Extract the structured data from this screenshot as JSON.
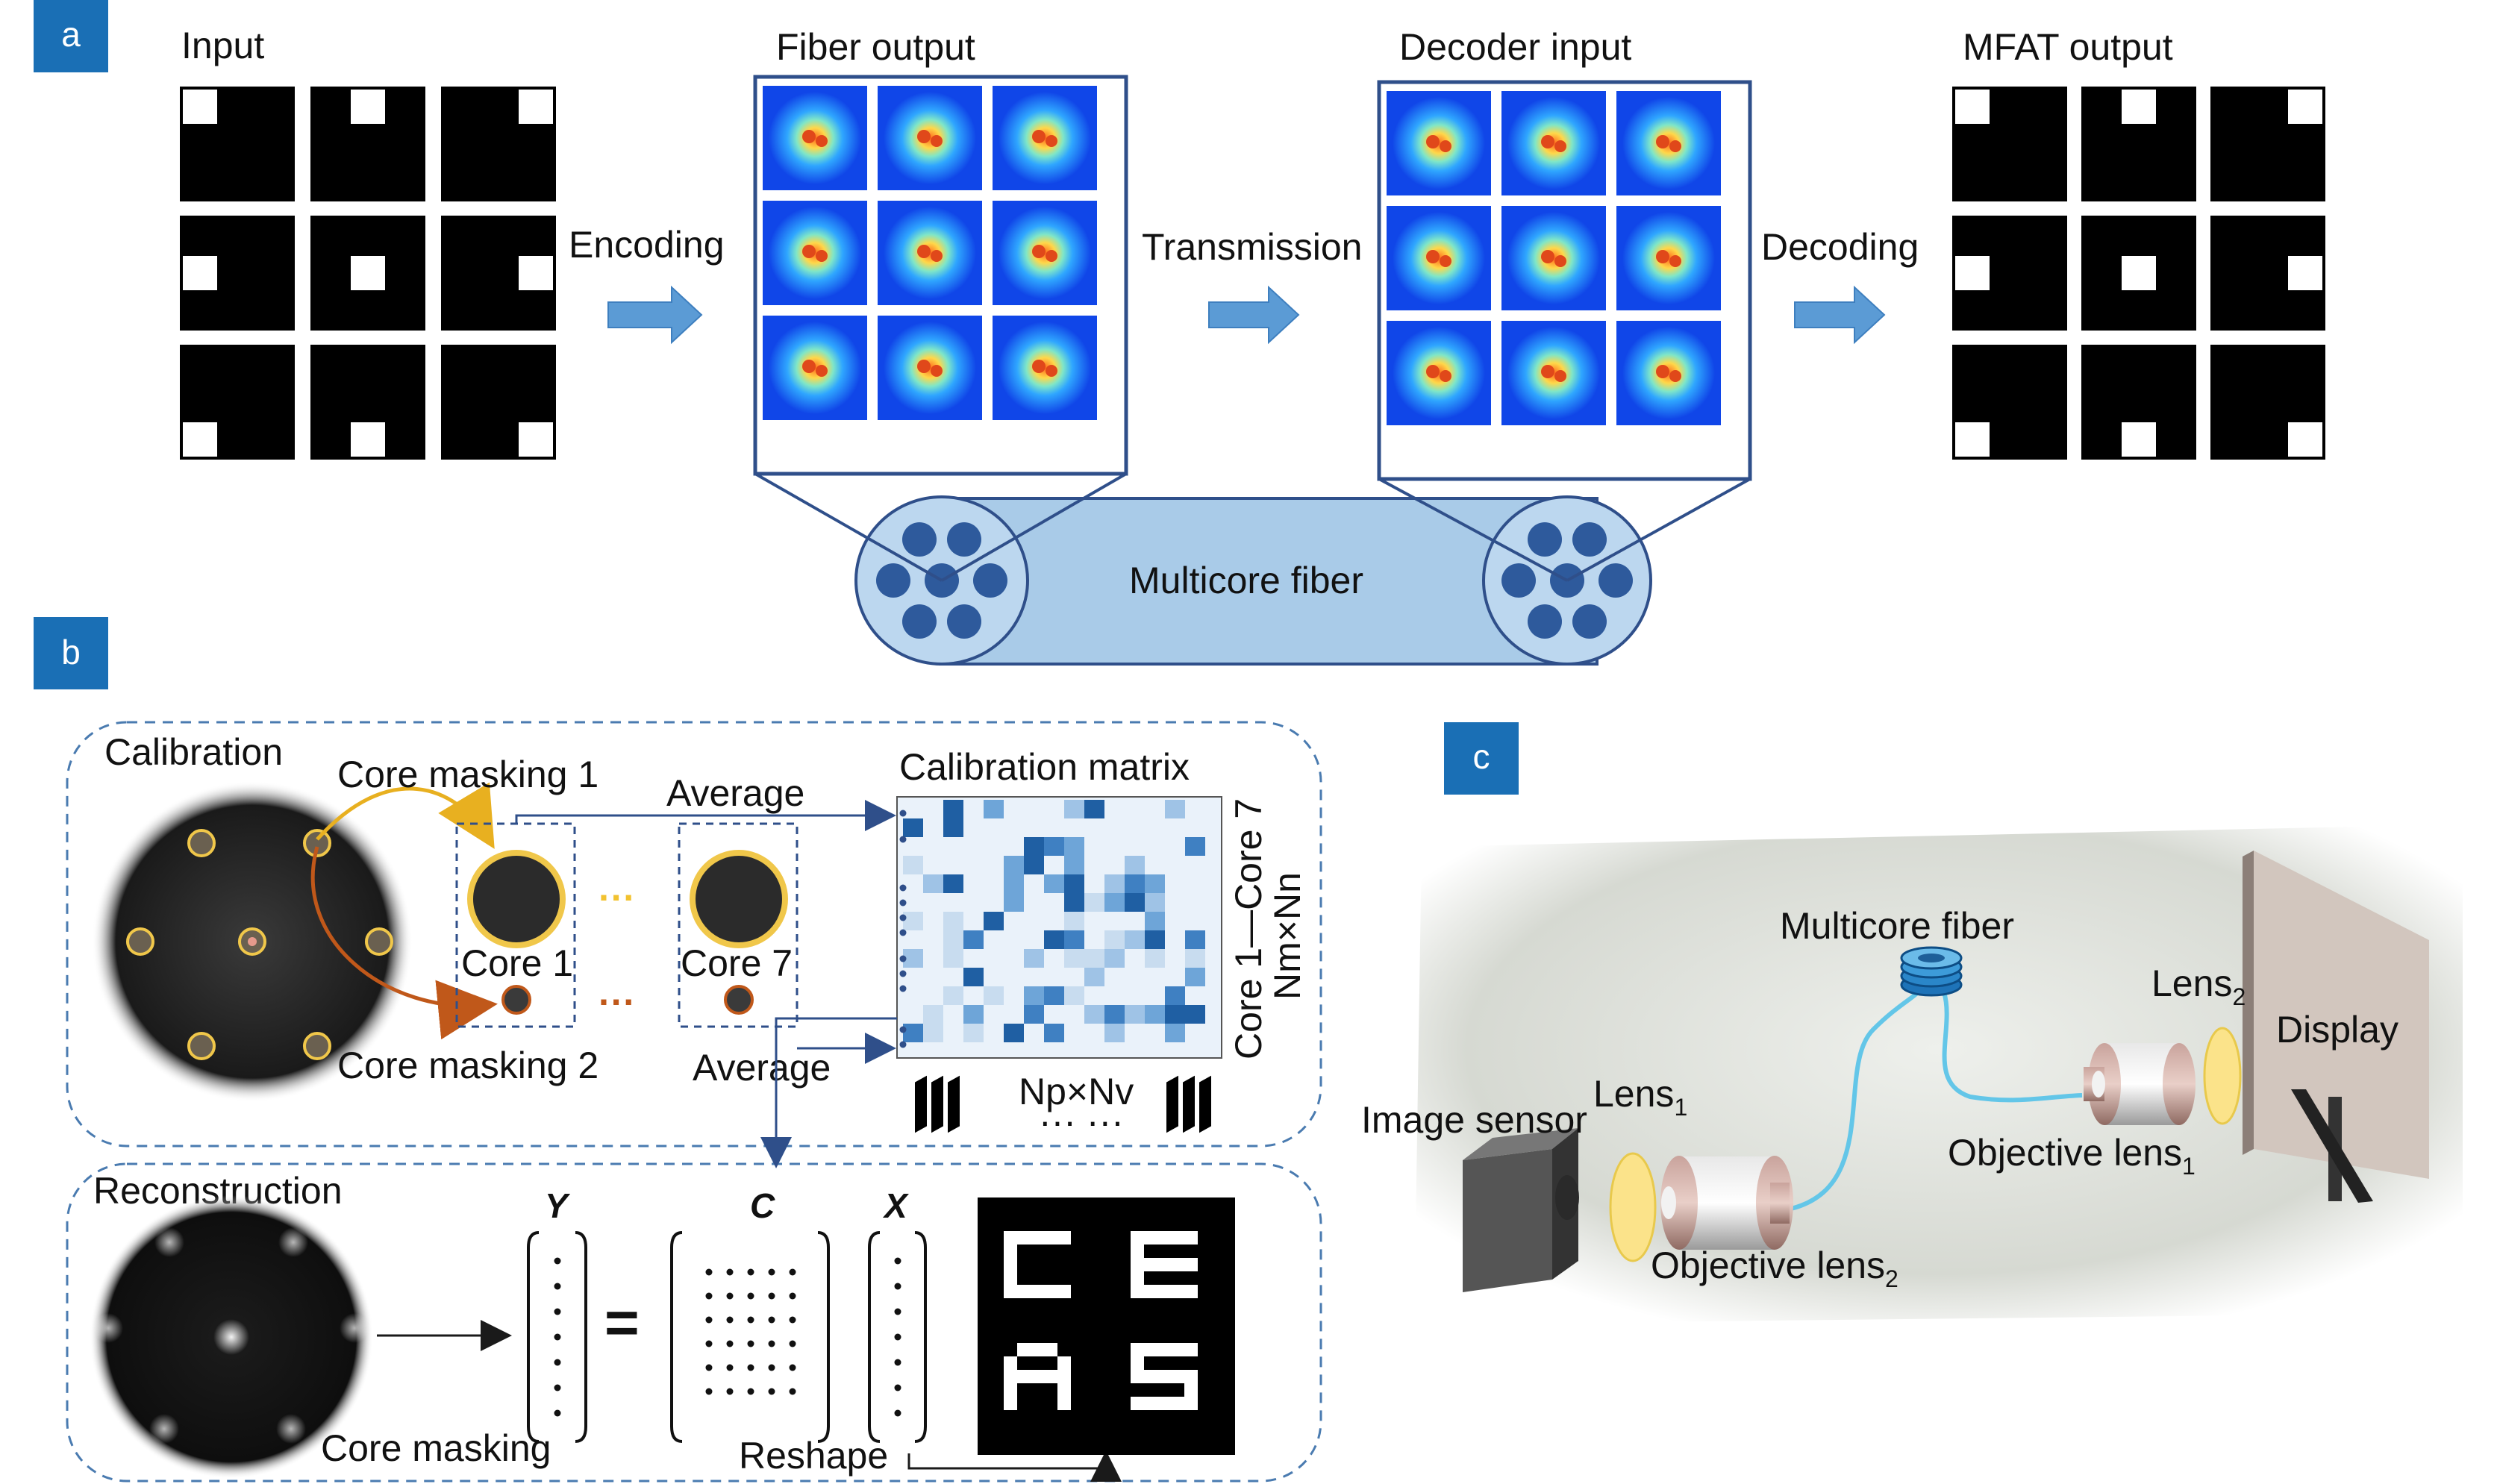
{
  "panels": {
    "a": "a",
    "b": "b",
    "c": "c"
  },
  "panel_a": {
    "input_label": "Input",
    "fiber_output_label": "Fiber output",
    "decoder_input_label": "Decoder input",
    "mfat_output_label": "MFAT output",
    "encoding_label": "Encoding",
    "transmission_label": "Transmission",
    "decoding_label": "Decoding",
    "multicore_fiber_label": "Multicore fiber",
    "white_cell_index": [
      0,
      3,
      6,
      10,
      13,
      16,
      21,
      24,
      27
    ]
  },
  "panel_b": {
    "calibration_label": "Calibration",
    "core_masking_1": "Core masking 1",
    "core_masking_2": "Core masking 2",
    "average_top": "Average",
    "average_bottom": "Average",
    "core_1": "Core 1",
    "core_7": "Core 7",
    "calibration_matrix_label": "Calibration matrix",
    "axis_core_range": "Core 1—Core 7",
    "axis_nm_nn": "Nm×Nn",
    "axis_np_nv": "Np×Nv",
    "ellipsis": "··· ···",
    "reconstruction_label": "Reconstruction",
    "core_masking": "Core masking",
    "reshape": "Reshape",
    "y": "Y",
    "c": "C",
    "x": "X",
    "equals": "=",
    "letters": [
      "C",
      "E",
      "A",
      "S"
    ]
  },
  "panel_c": {
    "multicore_fiber": "Multicore fiber",
    "image_sensor": "Image sensor",
    "lens1": "Lens",
    "lens1_sub": "1",
    "lens2": "Lens",
    "lens2_sub": "2",
    "display": "Display",
    "objective_lens1": "Objective lens",
    "objective_lens1_sub": "1",
    "objective_lens2": "Objective lens",
    "objective_lens2_sub": "2"
  },
  "colors": {
    "panel_tag": "#1a6fb5",
    "arrow": "#5b9bd5",
    "fiber": "#a9cbe8",
    "core": "#2e5a9c",
    "frame": "#2f4f8a",
    "dash": "#4a7bb0"
  }
}
